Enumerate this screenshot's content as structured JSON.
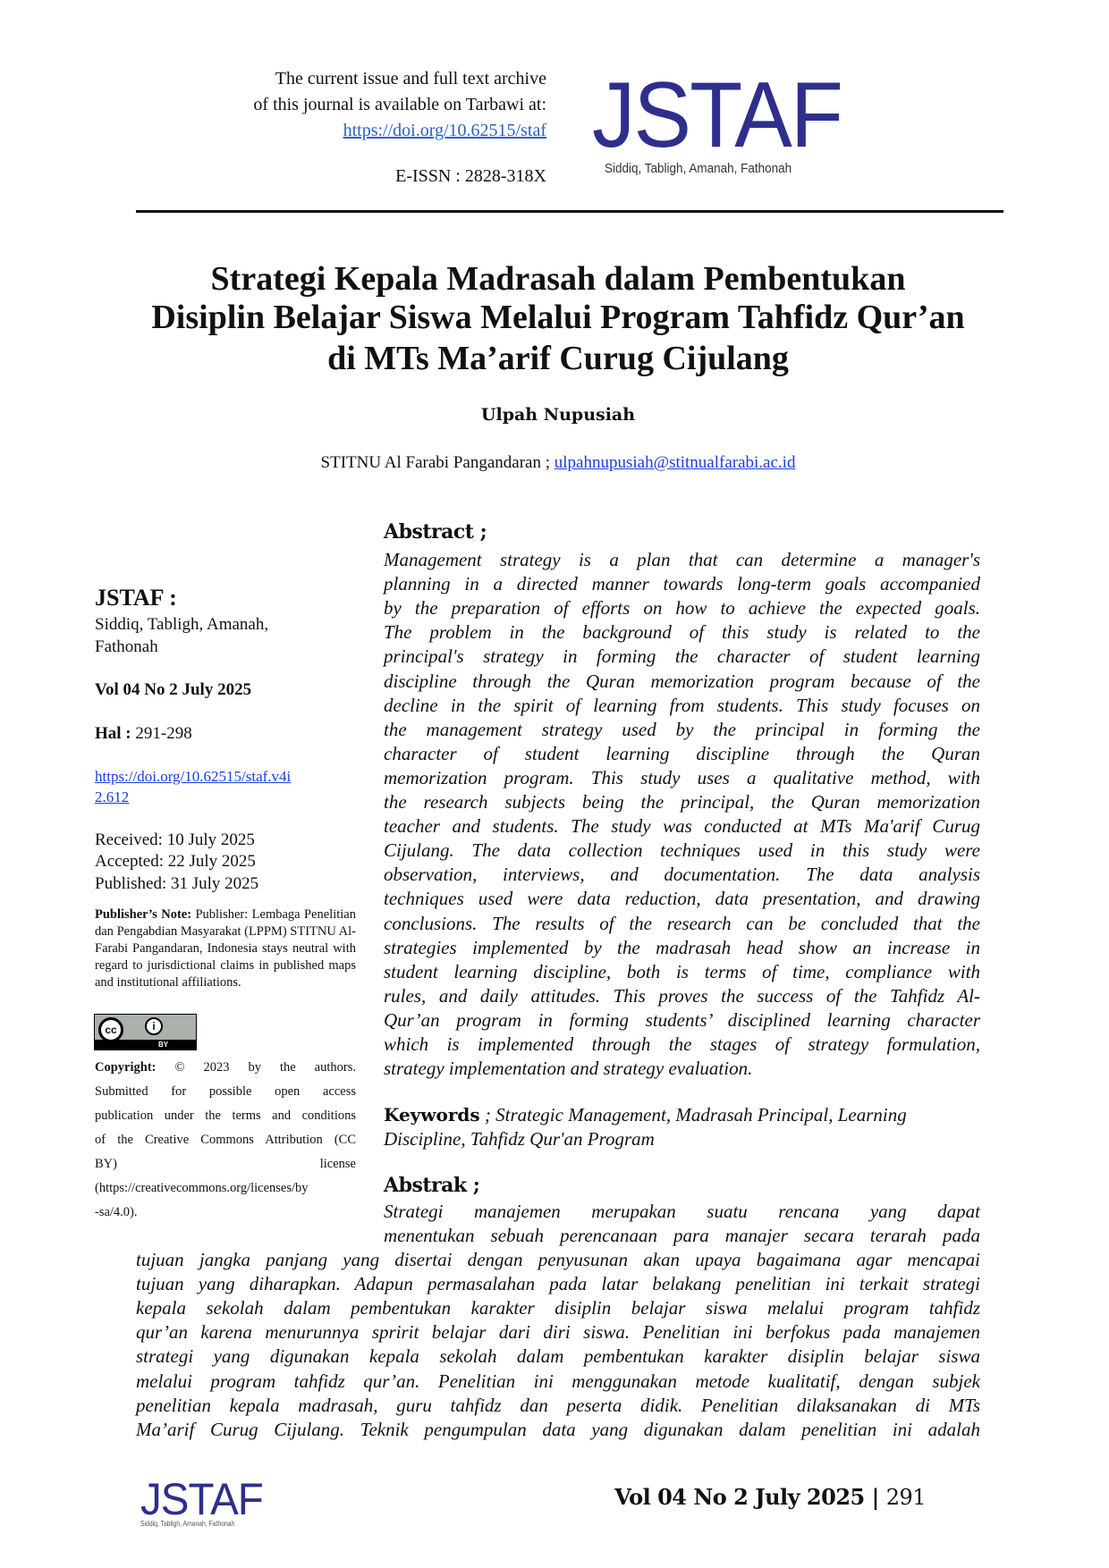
{
  "header": {
    "archive_line1": "The current issue and full text archive",
    "archive_line2": "of this journal is available on Tarbawi at:",
    "archive_link": "https://doi.org/10.62515/staf",
    "issn": "E-ISSN : 2828-318X",
    "logo_text": "JSTAF",
    "logo_tagline": "Siddiq, Tabligh, Amanah, Fathonah",
    "logo_color": "#2e2f8c"
  },
  "article": {
    "title_lines": [
      "Strategi Kepala Madrasah dalam Pembentukan",
      "Disiplin Belajar Siswa Melalui Program Tahfidz Qur’an",
      "di MTs Ma’arif Curug Cijulang"
    ],
    "author": "Ulpah Nupusiah",
    "affiliation": "STITNU Al Farabi Pangandaran ; ",
    "email": "ulpahnupusiah@stitnualfarabi.ac.id"
  },
  "sidebar": {
    "journal_label": "JSTAF :",
    "journal_sub1": "Siddiq, Tabligh, Amanah,",
    "journal_sub2": "Fathonah",
    "volume": "Vol 04 No 2 July 2025",
    "pages_label": "Hal :",
    "pages": " 291-298",
    "doi_line1": "https://doi.org/10.62515/staf.v4i",
    "doi_line2": "2.612",
    "received": "Received: 10 July 2025",
    "accepted": "Accepted: 22 July 2025",
    "published": "Published: 31 July 2025",
    "publisher_note_label": "Publisher’s Note:",
    "publisher_note": " Publisher: Lembaga Penelitian dan Pengabdian Masyarakat (LPPM) STITNU Al-Farabi Pangandaran, Indonesia stays neutral with regard to jurisdictional claims in published maps and institutional affiliations.",
    "cc_badge": "BY",
    "copyright_label": "Copyright:",
    "copyright_lines": [
      " © 2023 by the authors.",
      "Submitted for possible open access",
      "publication under the terms and conditions",
      "of the Creative Commons Attribution (CC",
      "BY) license",
      "(https://creativecommons.org/licenses/by",
      "-sa/4.0)."
    ]
  },
  "abstract": {
    "heading": "Abstract ;",
    "lines": [
      "Management strategy is a plan that can determine a manager's",
      "planning in a directed manner towards long-term goals accompanied",
      "by the preparation of efforts on how to achieve the expected goals.",
      "The problem in the background of this study is related to the",
      "principal's strategy in forming the character of student learning",
      "discipline through the Quran memorization program because of the",
      "decline in the spirit of learning from students. This study focuses on",
      "the management strategy used by the principal in forming the",
      "character of student learning discipline through the Quran",
      "memorization program. This study uses a qualitative method, with",
      "the research subjects being the principal, the Quran memorization",
      "teacher and students. The study was conducted at MTs Ma'arif Curug",
      "Cijulang. The data collection techniques used in this study were",
      "observation, interviews, and documentation. The data analysis",
      "techniques used were data reduction, data presentation, and drawing",
      "conclusions. The results of the research can be concluded that the",
      "strategies implemented by the madrasah head show an increase in",
      "student learning discipline, both is terms of time, compliance with",
      "rules, and daily attitudes. This proves the success of the Tahfidz Al-",
      "Qur’an program in forming students’ disciplined learning character",
      "which is implemented through the stages of strategy formulation,",
      "strategy implementation and strategy evaluation."
    ],
    "keywords_label": "Keywords",
    "keywords_line1": " ; Strategic Management, Madrasah Principal, Learning",
    "keywords_line2": "Discipline, Tahfidz Qur'an Program"
  },
  "abstrak": {
    "heading": "Abstrak ;",
    "narrow_lines": [
      "Strategi manajemen merupakan suatu rencana yang dapat",
      "menentukan sebuah perencanaan para manajer secara terarah pada"
    ],
    "wide_lines": [
      "tujuan jangka panjang yang disertai dengan penyusunan akan upaya bagaimana agar mencapai",
      "tujuan yang diharapkan. Adapun permasalahan pada latar belakang penelitian ini terkait strategi",
      "kepala sekolah dalam pembentukan karakter disiplin belajar siswa melalui program tahfidz",
      "qur’an karena menurunnya spririt belajar dari diri siswa. Penelitian ini berfokus pada manajemen",
      "strategi yang digunakan kepala sekolah dalam pembentukan karakter disiplin belajar siswa",
      "melalui program tahfidz qur’an. Penelitian ini menggunakan metode kualitatif, dengan subjek",
      "penelitian kepala madrasah, guru tahfidz dan peserta didik. Penelitian dilaksanakan di MTs",
      "Ma’arif Curug Cijulang. Teknik pengumpulan data yang digunakan dalam penelitian ini adalah"
    ]
  },
  "footer": {
    "logo_text": "JSTAF",
    "logo_tagline": "Siddiq, Tabligh, Amanah, Fathonah",
    "volume": "Vol 04 No 2 July 2025",
    "separator": " | ",
    "page_number": "291"
  }
}
